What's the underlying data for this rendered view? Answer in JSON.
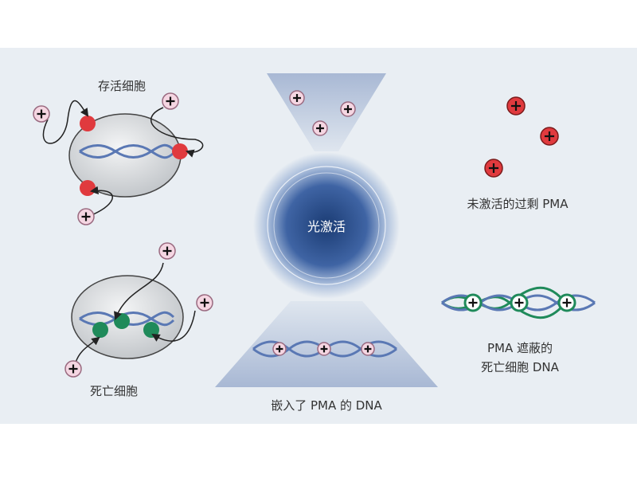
{
  "labels": {
    "live_cell": "存活细胞",
    "dead_cell": "死亡细胞",
    "photoactivation": "光激活",
    "pma_dna": "嵌入了 PMA 的 DNA",
    "excess_pma": "未激活的过剩 PMA",
    "masked_dna_line1": "PMA 遮蔽的",
    "masked_dna_line2": "死亡细胞 DNA"
  },
  "colors": {
    "background": "#e9eef3",
    "red_site": "#e03a3e",
    "green_site": "#1f8a5a",
    "dna_blue": "#5a78b4",
    "cell_gray": "#d3d6d9",
    "pma_pink": "#f5d6e2"
  }
}
